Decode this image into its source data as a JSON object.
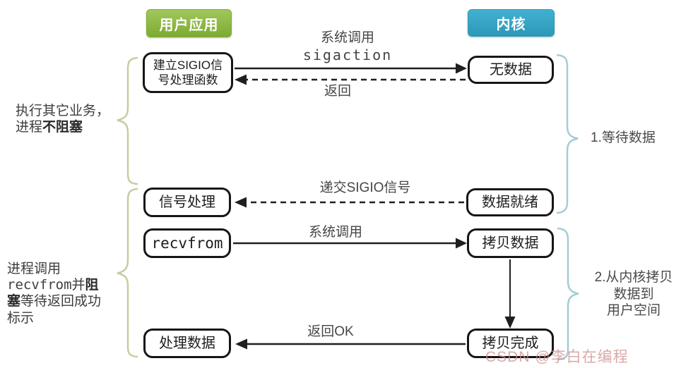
{
  "headers": {
    "user": "用户应用",
    "kernel": "内核"
  },
  "user_boxes": {
    "setup_line1": "建立SIGIO信",
    "setup_line2": "号处理函数",
    "signal_handle": "信号处理",
    "recvfrom": "recvfrom",
    "process_data": "处理数据"
  },
  "kernel_boxes": {
    "no_data": "无数据",
    "data_ready": "数据就绪",
    "copy_data": "拷贝数据",
    "copy_done": "拷贝完成"
  },
  "arrow_labels": {
    "syscall_top": "系统调用",
    "sigaction": "sigaction",
    "return_label": "返回",
    "deliver_sigio": "递交SIGIO信号",
    "syscall_mid": "系统调用",
    "return_ok": "返回OK"
  },
  "annotations": {
    "left1_line1": "执行其它业务，",
    "left1_line2_normal": "进程",
    "left1_line2_bold": "不阻塞",
    "left2_line1": "进程调用",
    "left2_line2_mono": "recvfrom",
    "left2_line2_normal": "并",
    "left2_line2_bold": "阻",
    "left2_line3_bold": "塞",
    "left2_line3_normal": "等待返回成功",
    "left2_line4": "标示",
    "right1": "1.等待数据",
    "right2_line1": "2.从内核拷贝",
    "right2_line2": "数据到",
    "right2_line3": "用户空间"
  },
  "watermark": "CSDN @李白在编程",
  "colors": {
    "user_header": "#7cab32",
    "kernel_header": "#2d98b8",
    "left_brace": "#c9cba0",
    "right_brace": "#a3ccd6",
    "arrow": "#1f1f1f",
    "watermark": "#cd8c8c"
  }
}
